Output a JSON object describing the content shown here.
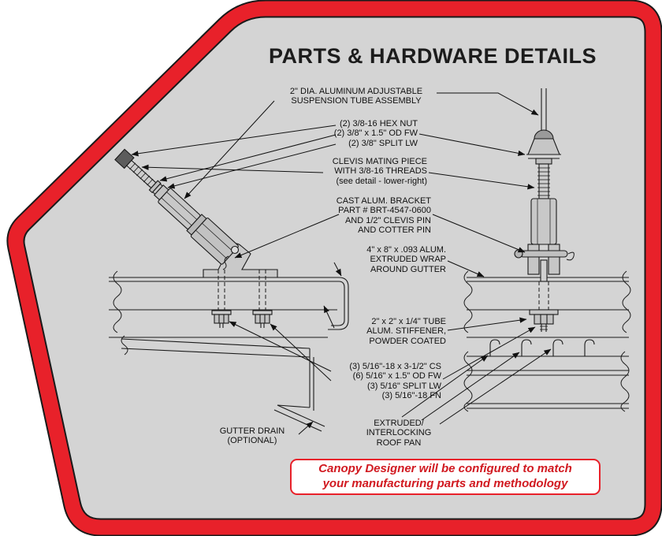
{
  "title": "PARTS & HARDWARE DETAILS",
  "callouts": [
    {
      "id": "suspension-tube",
      "text": "2\" DIA. ALUMINUM ADJUSTABLE\nSUSPENSION TUBE ASSEMBLY"
    },
    {
      "id": "hex-nut-washers",
      "text": "(2) 3/8-16 HEX NUT\n(2) 3/8\" x 1.5\" OD FW\n(2) 3/8\" SPLIT LW"
    },
    {
      "id": "clevis-mating-piece",
      "text": "CLEVIS MATING PIECE\nWITH 3/8-16 THREADS\n(see detail - lower-right)"
    },
    {
      "id": "cast-bracket",
      "text": "CAST ALUM. BRACKET\nPART # BRT-4547-0600\nAND 1/2\" CLEVIS PIN\nAND COTTER PIN"
    },
    {
      "id": "gutter-wrap",
      "text": "4\" x 8\" x .093 ALUM.\nEXTRUDED WRAP\nAROUND GUTTER"
    },
    {
      "id": "tube-stiffener",
      "text": "2\" x 2\" x 1/4\" TUBE\nALUM. STIFFENER,\nPOWDER COATED"
    },
    {
      "id": "fasteners",
      "text": "(3) 5/16\"-18 x 3-1/2\" CS\n(6) 5/16\" x 1.5\" OD FW\n(3) 5/16\" SPLIT LW\n(3) 5/16\"-18 FN"
    },
    {
      "id": "gutter-drain",
      "text": "GUTTER DRAIN\n(OPTIONAL)"
    },
    {
      "id": "roof-pan",
      "text": "EXTRUDED/\nINTERLOCKING\nROOF PAN"
    }
  ],
  "note": {
    "text": "Canopy Designer will be configured to match\nyour manufacturing parts and methodology"
  },
  "colors": {
    "frame_red": "#e8212a",
    "panel_gray": "#d4d4d4",
    "line_dark": "#1a1a1a",
    "note_red": "#d11920",
    "title_color": "#1c1c1c"
  }
}
